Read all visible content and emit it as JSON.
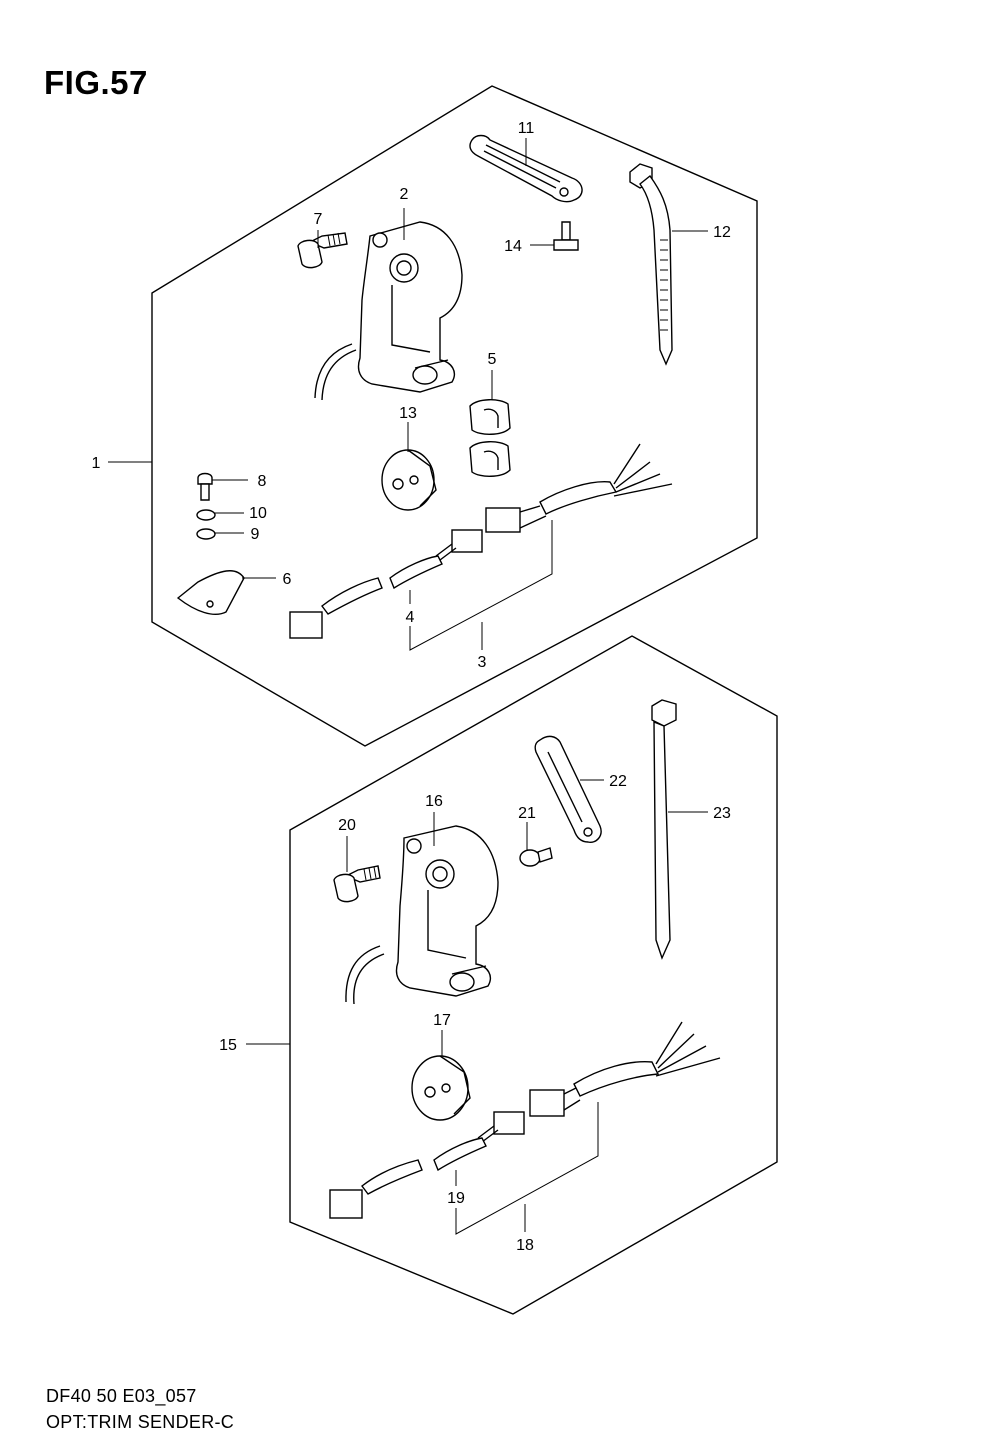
{
  "figure": {
    "title": "FIG.57",
    "code": "DF40 50 E03_057",
    "name": "OPT:TRIM SENDER-C"
  },
  "callouts": {
    "upper": [
      "1",
      "2",
      "3",
      "4",
      "5",
      "6",
      "7",
      "8",
      "9",
      "10",
      "11",
      "12",
      "13",
      "14"
    ],
    "lower": [
      "15",
      "16",
      "17",
      "18",
      "19",
      "20",
      "21",
      "22",
      "23"
    ]
  }
}
